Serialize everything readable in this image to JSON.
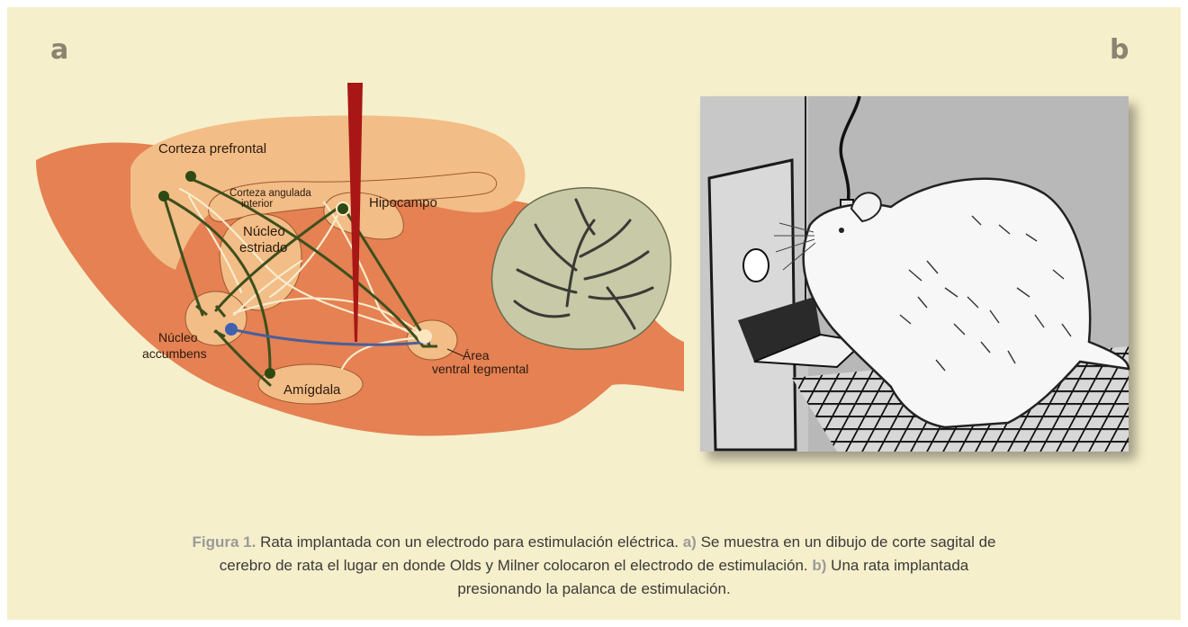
{
  "panels": {
    "a": "a",
    "b": "b"
  },
  "brain_labels": {
    "prefrontal": "Corteza prefrontal",
    "cingulate_line1": "Corteza angulada",
    "cingulate_line2": "interior",
    "hippocampus": "Hipocampo",
    "striatum_line1": "Núcleo",
    "striatum_line2": "estriado",
    "accumbens_line1": "Núcleo",
    "accumbens_line2": "accumbens",
    "vta_line1": "Área",
    "vta_line2": "ventral tegmental",
    "amygdala": "Amígdala"
  },
  "caption": {
    "fig_label": "Figura 1.",
    "text1": " Rata implantada con un electrodo para estimulación eléctrica. ",
    "a_label": "a)",
    "text2": " Se muestra en un dibujo de corte sagital de cerebro de rata el lugar en donde Olds y Milner colocaron el electrodo de estimulación. ",
    "b_label": "b)",
    "text3": " Una rata implantada presionando la palanca de estimulación."
  },
  "colors": {
    "background": "#f6efcb",
    "brain": "#e58152",
    "region": "#f2bd86",
    "pathway_green": "#3d4f1e",
    "pathway_blue": "#4a5f9a",
    "electrode": "#a81616",
    "cerebellum": "#c8c9a6"
  }
}
